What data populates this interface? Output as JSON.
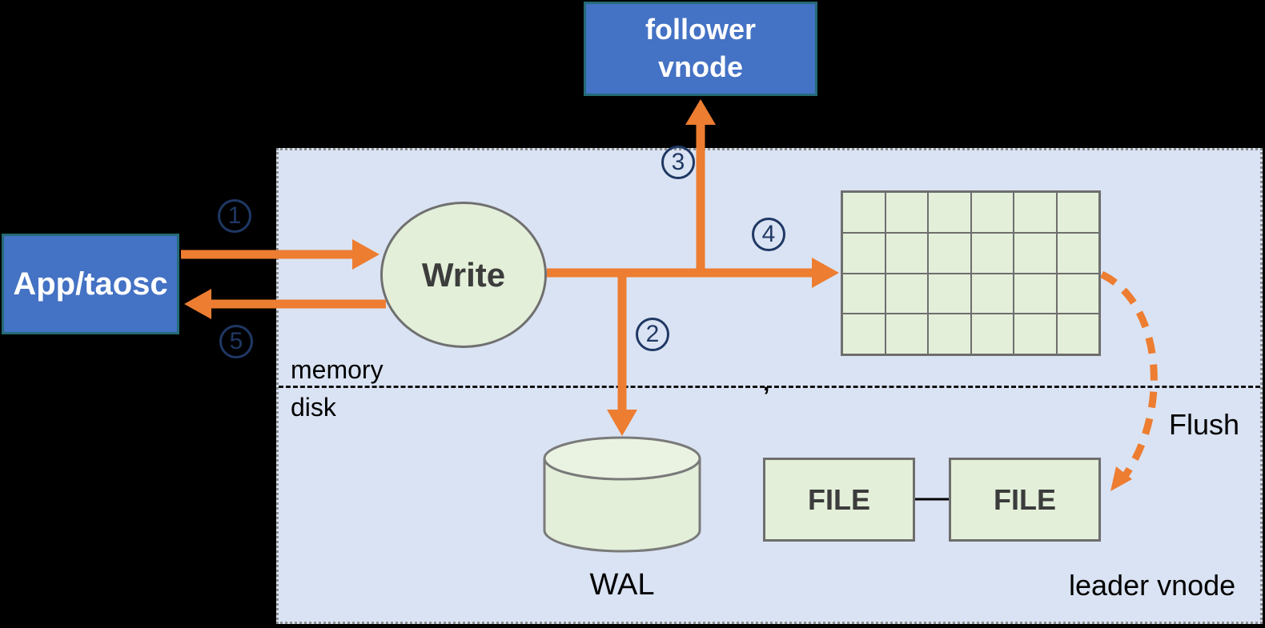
{
  "diagram": {
    "title_hint": "leader vnode write flow",
    "nodes": {
      "app": {
        "label": "App/taosc"
      },
      "follower_vnode": {
        "line1": "follower",
        "line2": "vnode"
      },
      "write": {
        "label": "Write"
      },
      "wal": {
        "label": "WAL"
      },
      "file1": {
        "label": "FILE"
      },
      "file2": {
        "label": "FILE"
      }
    },
    "labels": {
      "memory": "memory",
      "disk": "disk",
      "flush": "Flush",
      "leader_vnode": "leader vnode",
      "stray_mark": ","
    },
    "steps": [
      {
        "id": "step-1",
        "label": "1"
      },
      {
        "id": "step-2",
        "label": "2"
      },
      {
        "id": "step-3",
        "label": "3"
      },
      {
        "id": "step-4",
        "label": "4"
      },
      {
        "id": "step-5",
        "label": "5"
      }
    ],
    "memtable": {
      "rows": 4,
      "cols": 6
    },
    "colors": {
      "arrow_orange": "#ED7D31",
      "step_navy": "#1F3864",
      "node_blue": "#4472C4",
      "node_blue_border": "#256b77",
      "panel_lavender": "#DAE3F3",
      "shape_green": "#E3EFD9",
      "shape_border_gray": "#6e6e6e",
      "background": "#000000"
    }
  }
}
